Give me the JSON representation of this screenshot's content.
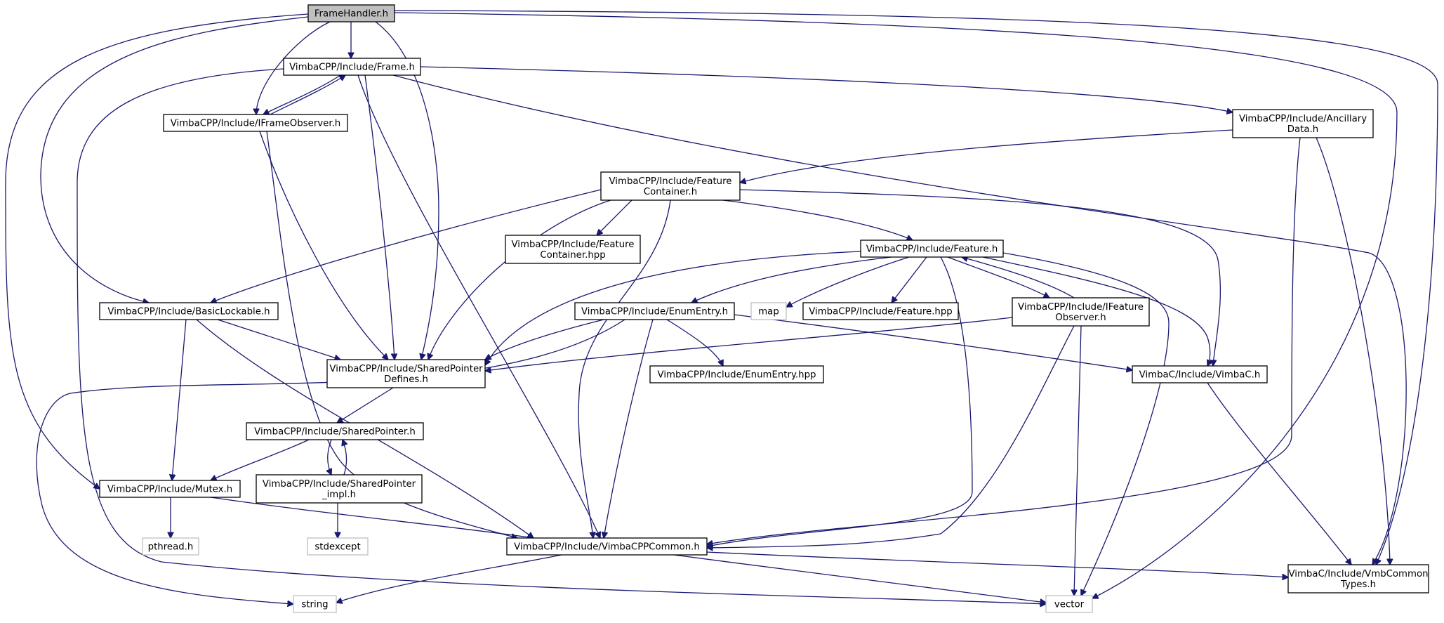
{
  "graph": {
    "nodes": [
      {
        "id": "framehandler",
        "lines": [
          "FrameHandler.h"
        ],
        "kind": "root"
      },
      {
        "id": "frame",
        "lines": [
          "VimbaCPP/Include/Frame.h"
        ],
        "kind": "solid"
      },
      {
        "id": "iframeobserver",
        "lines": [
          "VimbaCPP/Include/IFrameObserver.h"
        ],
        "kind": "solid"
      },
      {
        "id": "ancillary",
        "lines": [
          "VimbaCPP/Include/Ancillary",
          "Data.h"
        ],
        "kind": "solid"
      },
      {
        "id": "featurecontainer",
        "lines": [
          "VimbaCPP/Include/Feature",
          "Container.h"
        ],
        "kind": "solid"
      },
      {
        "id": "featurecontainerhpp",
        "lines": [
          "VimbaCPP/Include/Feature",
          "Container.hpp"
        ],
        "kind": "solid"
      },
      {
        "id": "feature",
        "lines": [
          "VimbaCPP/Include/Feature.h"
        ],
        "kind": "solid"
      },
      {
        "id": "basiclockable",
        "lines": [
          "VimbaCPP/Include/BasicLockable.h"
        ],
        "kind": "solid"
      },
      {
        "id": "enumentry",
        "lines": [
          "VimbaCPP/Include/EnumEntry.h"
        ],
        "kind": "solid"
      },
      {
        "id": "map",
        "lines": [
          "map"
        ],
        "kind": "system"
      },
      {
        "id": "featurehpp",
        "lines": [
          "VimbaCPP/Include/Feature.hpp"
        ],
        "kind": "solid"
      },
      {
        "id": "ifeatureobserver",
        "lines": [
          "VimbaCPP/Include/IFeature",
          "Observer.h"
        ],
        "kind": "solid"
      },
      {
        "id": "sharedptrdefines",
        "lines": [
          "VimbaCPP/Include/SharedPointer",
          "Defines.h"
        ],
        "kind": "solid"
      },
      {
        "id": "enumentryhpp",
        "lines": [
          "VimbaCPP/Include/EnumEntry.hpp"
        ],
        "kind": "solid"
      },
      {
        "id": "vimbac",
        "lines": [
          "VimbaC/Include/VimbaC.h"
        ],
        "kind": "solid"
      },
      {
        "id": "sharedptr",
        "lines": [
          "VimbaCPP/Include/SharedPointer.h"
        ],
        "kind": "solid"
      },
      {
        "id": "mutex",
        "lines": [
          "VimbaCPP/Include/Mutex.h"
        ],
        "kind": "solid"
      },
      {
        "id": "sharedptrimpl",
        "lines": [
          "VimbaCPP/Include/SharedPointer",
          "_impl.h"
        ],
        "kind": "solid"
      },
      {
        "id": "pthread",
        "lines": [
          "pthread.h"
        ],
        "kind": "system"
      },
      {
        "id": "stdexcept",
        "lines": [
          "stdexcept"
        ],
        "kind": "system"
      },
      {
        "id": "vimbacppcommon",
        "lines": [
          "VimbaCPP/Include/VimbaCPPCommon.h"
        ],
        "kind": "solid"
      },
      {
        "id": "string",
        "lines": [
          "string"
        ],
        "kind": "system"
      },
      {
        "id": "vector",
        "lines": [
          "vector"
        ],
        "kind": "system"
      },
      {
        "id": "vmbcommontypes",
        "lines": [
          "VimbaC/Include/VmbCommon",
          "Types.h"
        ],
        "kind": "solid"
      }
    ],
    "edges": [
      {
        "from": "framehandler",
        "to": "frame"
      },
      {
        "from": "framehandler",
        "to": "iframeobserver"
      },
      {
        "from": "framehandler",
        "to": "sharedptrdefines"
      },
      {
        "from": "framehandler",
        "to": "basiclockable"
      },
      {
        "from": "framehandler",
        "to": "mutex"
      },
      {
        "from": "framehandler",
        "to": "vector"
      },
      {
        "from": "framehandler",
        "to": "vmbcommontypes"
      },
      {
        "from": "frame",
        "to": "iframeobserver"
      },
      {
        "from": "iframeobserver",
        "to": "frame"
      },
      {
        "from": "frame",
        "to": "ancillary"
      },
      {
        "from": "frame",
        "to": "sharedptrdefines"
      },
      {
        "from": "frame",
        "to": "vimbacppcommon"
      },
      {
        "from": "frame",
        "to": "vmbcommontypes"
      },
      {
        "from": "frame",
        "to": "vector"
      },
      {
        "from": "iframeobserver",
        "to": "sharedptrdefines"
      },
      {
        "from": "iframeobserver",
        "to": "vimbacppcommon"
      },
      {
        "from": "ancillary",
        "to": "featurecontainer"
      },
      {
        "from": "ancillary",
        "to": "vimbacppcommon"
      },
      {
        "from": "ancillary",
        "to": "vmbcommontypes"
      },
      {
        "from": "featurecontainer",
        "to": "featurecontainerhpp"
      },
      {
        "from": "featurecontainer",
        "to": "feature"
      },
      {
        "from": "featurecontainer",
        "to": "basiclockable"
      },
      {
        "from": "featurecontainer",
        "to": "sharedptrdefines"
      },
      {
        "from": "featurecontainer",
        "to": "vimbacppcommon"
      },
      {
        "from": "featurecontainer",
        "to": "vimbac"
      },
      {
        "from": "feature",
        "to": "enumentry"
      },
      {
        "from": "feature",
        "to": "map"
      },
      {
        "from": "feature",
        "to": "featurehpp"
      },
      {
        "from": "feature",
        "to": "ifeatureobserver"
      },
      {
        "from": "ifeatureobserver",
        "to": "feature"
      },
      {
        "from": "feature",
        "to": "sharedptrdefines"
      },
      {
        "from": "feature",
        "to": "vimbac"
      },
      {
        "from": "feature",
        "to": "vimbacppcommon"
      },
      {
        "from": "feature",
        "to": "vector"
      },
      {
        "from": "basiclockable",
        "to": "sharedptrdefines"
      },
      {
        "from": "basiclockable",
        "to": "mutex"
      },
      {
        "from": "basiclockable",
        "to": "vimbacppcommon"
      },
      {
        "from": "enumentry",
        "to": "sharedptrdefines"
      },
      {
        "from": "enumentry",
        "to": "enumentryhpp"
      },
      {
        "from": "enumentry",
        "to": "vimbac"
      },
      {
        "from": "enumentry",
        "to": "vimbacppcommon"
      },
      {
        "from": "enumentry",
        "to": "string"
      },
      {
        "from": "ifeatureobserver",
        "to": "sharedptrdefines"
      },
      {
        "from": "ifeatureobserver",
        "to": "vimbacppcommon"
      },
      {
        "from": "ifeatureobserver",
        "to": "vector"
      },
      {
        "from": "sharedptrdefines",
        "to": "sharedptr"
      },
      {
        "from": "sharedptr",
        "to": "sharedptrimpl"
      },
      {
        "from": "sharedptrimpl",
        "to": "sharedptr"
      },
      {
        "from": "sharedptr",
        "to": "mutex"
      },
      {
        "from": "sharedptrimpl",
        "to": "stdexcept"
      },
      {
        "from": "mutex",
        "to": "pthread"
      },
      {
        "from": "mutex",
        "to": "vimbacppcommon"
      },
      {
        "from": "vimbac",
        "to": "vmbcommontypes"
      },
      {
        "from": "vimbacppcommon",
        "to": "string"
      },
      {
        "from": "vimbacppcommon",
        "to": "vector"
      },
      {
        "from": "vimbacppcommon",
        "to": "vmbcommontypes"
      }
    ]
  }
}
